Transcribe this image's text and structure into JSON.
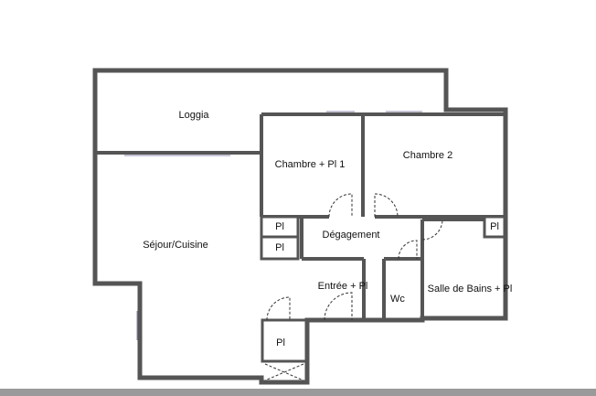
{
  "rooms": {
    "loggia": "Loggia",
    "chambre1": "Chambre + Pl 1",
    "chambre2": "Chambre 2",
    "sejour": "Séjour/Cuisine",
    "degagement": "Dégagement",
    "entree": "Entrée + Pl",
    "wc": "Wc",
    "sdb": "Salle de Bains + Pl",
    "placard1": "Pl",
    "placard2": "Pl",
    "placard3": "Pl",
    "placard4": "Pl"
  }
}
